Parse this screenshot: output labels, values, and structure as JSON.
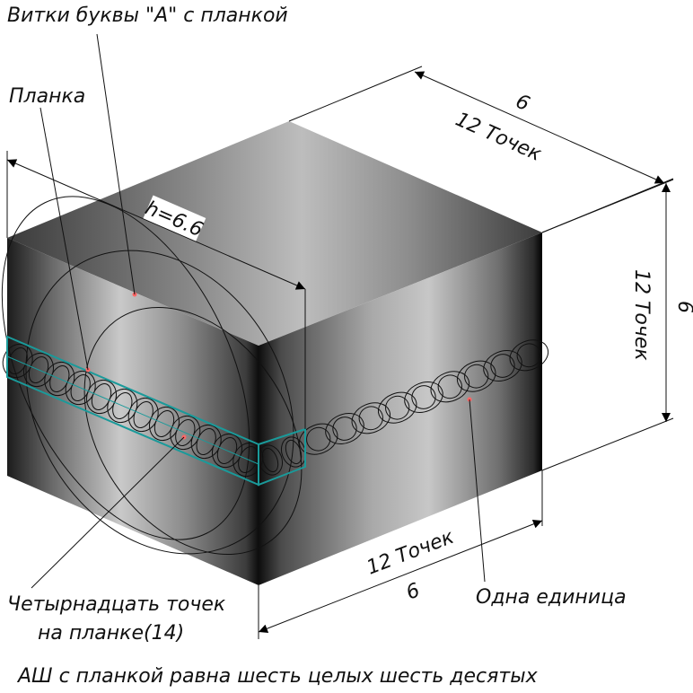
{
  "labels": {
    "title_top": "Витки буквы \"А\" с планкой",
    "plank": "Планка",
    "h_value": "h=6.6",
    "top_right_dim_value": "6",
    "top_right_dim_points": "12 Точек",
    "right_dim_value": "6",
    "right_dim_points": "12 Точек",
    "bottom_dim_points": "12 Точек",
    "bottom_dim_value": "6",
    "fourteen_line1": "Четырнадцать точек",
    "fourteen_line2": "на планке(14)",
    "one_unit": "Одна единица",
    "caption": "АШ с планкой равна шесть целых шесть десятых"
  },
  "colors": {
    "plank_outline": "#1a9a9a",
    "marker_dot": "#ff6666",
    "line": "#111111"
  }
}
